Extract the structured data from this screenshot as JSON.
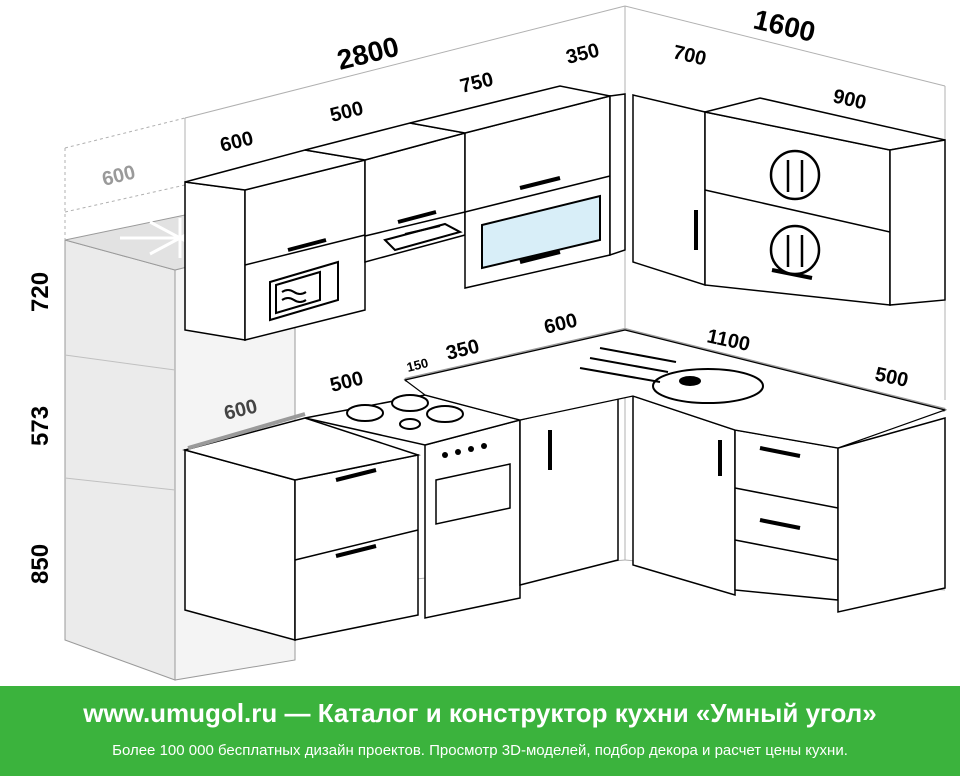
{
  "dimensions": {
    "total_length_main": "2800",
    "total_length_side": "1600",
    "upper_1": "600",
    "upper_2": "500",
    "upper_3": "750",
    "upper_4": "350",
    "upper_5": "700",
    "upper_6": "900",
    "fridge_depth": "600",
    "height_upper": "720",
    "height_middle": "573",
    "height_lower": "850",
    "base_1": "600",
    "base_2": "500",
    "gap": "150",
    "base_3": "350",
    "base_4": "600",
    "base_5": "1100",
    "base_6": "500"
  },
  "banner": {
    "site": "www.umugol.ru",
    "dash": "—",
    "title": "Каталог и конструктор кухни «Умный угол»",
    "subtitle": "Более 100 000 бесплатных дизайн проектов. Просмотр 3D-моделей, подбор декора и расчет цены кухни."
  },
  "colors": {
    "banner_bg": "#3bb33d",
    "banner_text": "#ffffff",
    "line": "#000000",
    "ghost_line": "#aaaaaa",
    "fridge_fill": "#e9e9e9",
    "countertop_edge": "#9a9a9a"
  }
}
